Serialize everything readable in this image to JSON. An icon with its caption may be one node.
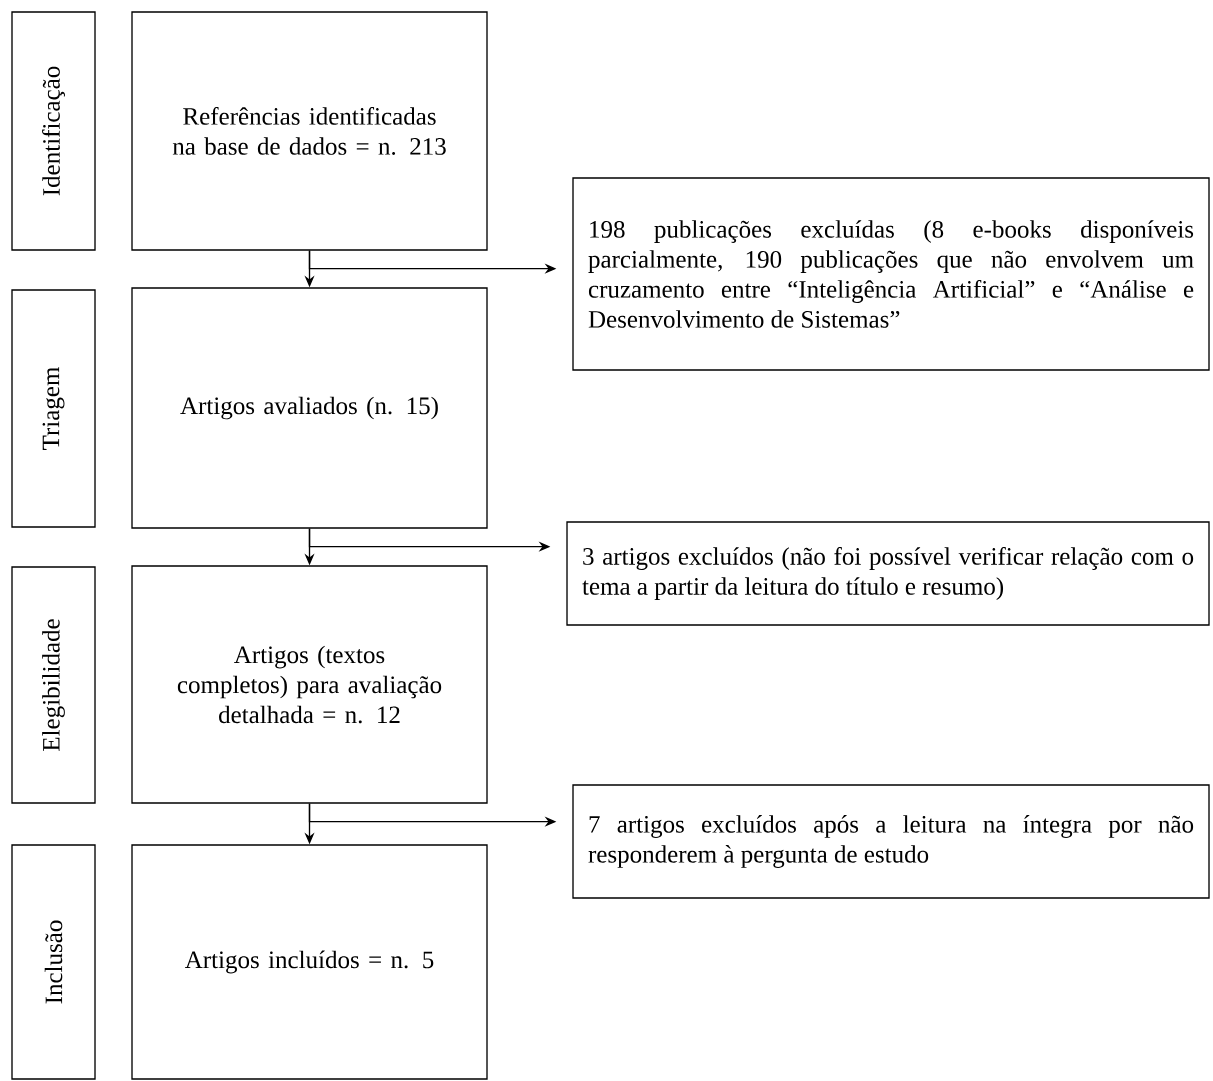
{
  "diagram": {
    "nodes": [
      {
        "text": [
          "Identificação"
        ]
      },
      {
        "text": [
          "Referências identificadas na base de dados = n. 213"
        ]
      },
      {
        "text": [
          "198 publicações excluídas (8 e-books disponíveis parcialmente, 190 publicações que não envolvem um cruzamento entre “Inteligência Artificial” e “Análise e Desenvolvimento de Sistemas”"
        ]
      },
      {
        "text": [
          "Triagem"
        ]
      },
      {
        "text": [
          "Artigos avaliados (n. 15)"
        ]
      },
      {
        "text": [
          "3 artigos excluídos (não foi possível verificar relação com o tema a partir da leitura do título e resumo)"
        ]
      },
      {
        "text": [
          "Elegibilidade"
        ]
      },
      {
        "text": [
          "Artigos (textos completos) para avaliação detalhada = n. 12"
        ]
      },
      {
        "text": [
          "7 artigos excluídos após a leitura na íntegra por não responderem à pergunta de estudo"
        ]
      },
      {
        "text": [
          "Inclusão"
        ]
      },
      {
        "text": [
          "Artigos incluídos = n. 5"
        ]
      }
    ],
    "edges": [
      {
        "from": 1,
        "to": 4,
        "arrow": "to"
      },
      {
        "from": 1,
        "to": 2,
        "arrow": "to"
      },
      {
        "from": 4,
        "to": 7,
        "arrow": "to"
      },
      {
        "from": 4,
        "to": 5,
        "arrow": "to"
      },
      {
        "from": 7,
        "to": 10,
        "arrow": "to"
      },
      {
        "from": 7,
        "to": 8,
        "arrow": "to"
      }
    ]
  }
}
